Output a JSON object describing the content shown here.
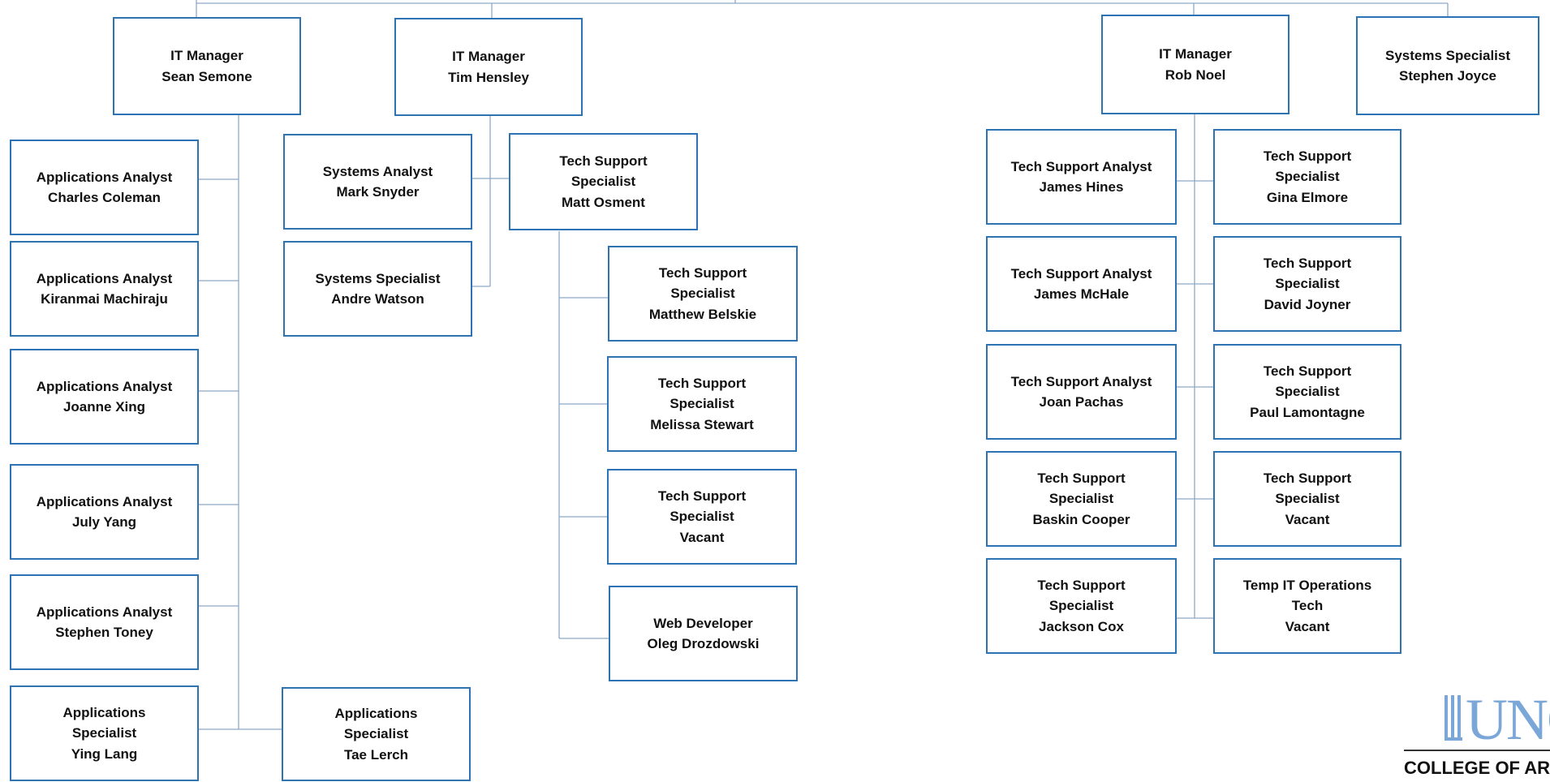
{
  "boxes": [
    {
      "lines": [
        "IT Manager",
        "Sean Semone"
      ]
    },
    {
      "lines": [
        "IT Manager",
        "Tim Hensley"
      ]
    },
    {
      "lines": [
        "IT Manager",
        "Rob Noel"
      ]
    },
    {
      "lines": [
        "Systems Specialist",
        "Stephen Joyce"
      ]
    },
    {
      "lines": [
        "Applications Analyst",
        "Charles Coleman"
      ]
    },
    {
      "lines": [
        "Applications Analyst",
        "Kiranmai Machiraju"
      ]
    },
    {
      "lines": [
        "Applications Analyst",
        "Joanne Xing"
      ]
    },
    {
      "lines": [
        "Applications Analyst",
        "July Yang"
      ]
    },
    {
      "lines": [
        "Applications Analyst",
        "Stephen Toney"
      ]
    },
    {
      "lines": [
        "Applications",
        "Specialist",
        "Ying Lang"
      ]
    },
    {
      "lines": [
        "Applications",
        "Specialist",
        "Tae Lerch"
      ]
    },
    {
      "lines": [
        "Systems Analyst",
        "Mark Snyder"
      ]
    },
    {
      "lines": [
        "Systems Specialist",
        "Andre Watson"
      ]
    },
    {
      "lines": [
        "Tech Support",
        "Specialist",
        "Matt Osment"
      ]
    },
    {
      "lines": [
        "Tech Support",
        "Specialist",
        "Matthew Belskie"
      ]
    },
    {
      "lines": [
        "Tech Support",
        "Specialist",
        "Melissa Stewart"
      ]
    },
    {
      "lines": [
        "Tech Support",
        "Specialist",
        "Vacant"
      ]
    },
    {
      "lines": [
        "Web Developer",
        "Oleg Drozdowski"
      ]
    },
    {
      "lines": [
        "Tech Support Analyst",
        "James Hines"
      ]
    },
    {
      "lines": [
        "Tech Support Analyst",
        "James McHale"
      ]
    },
    {
      "lines": [
        "Tech Support Analyst",
        "Joan Pachas"
      ]
    },
    {
      "lines": [
        "Tech Support",
        "Specialist",
        "Baskin Cooper"
      ]
    },
    {
      "lines": [
        "Tech Support",
        "Specialist",
        "Jackson Cox"
      ]
    },
    {
      "lines": [
        "Tech Support",
        "Specialist",
        "Gina Elmore"
      ]
    },
    {
      "lines": [
        "Tech Support",
        "Specialist",
        "David Joyner"
      ]
    },
    {
      "lines": [
        "Tech Support",
        "Specialist",
        "Paul Lamontagne"
      ]
    },
    {
      "lines": [
        "Tech Support",
        "Specialist",
        "Vacant"
      ]
    },
    {
      "lines": [
        "Temp IT Operations",
        "Tech",
        "Vacant"
      ]
    }
  ],
  "logo": {
    "mark": "UNC",
    "sub": "COLLEGE OF AR"
  }
}
